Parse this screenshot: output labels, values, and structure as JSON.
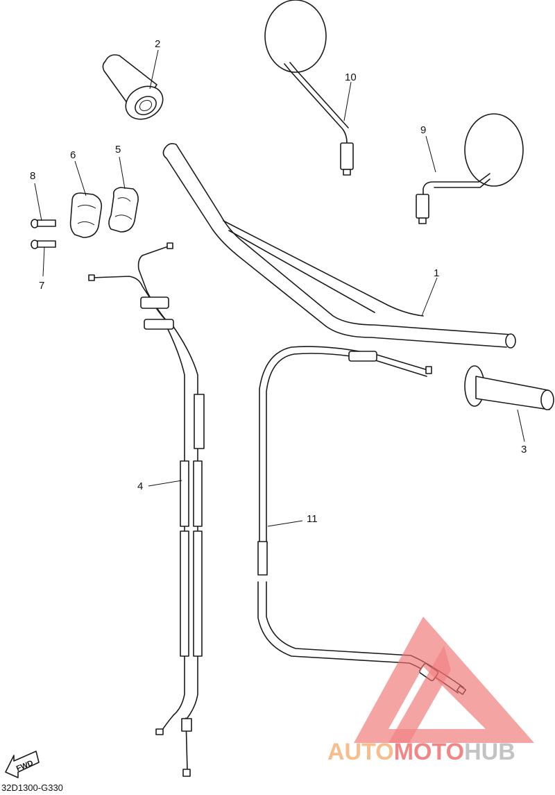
{
  "diagram": {
    "code": "32D1300-G330",
    "fwd_label": "FWD",
    "callouts": {
      "c1": "1",
      "c2": "2",
      "c3": "3",
      "c4": "4",
      "c5": "5",
      "c6": "6",
      "c7": "7",
      "c8": "8",
      "c9": "9",
      "c10": "10",
      "c11": "11"
    }
  },
  "watermark": {
    "part1": "AUTO",
    "part2": "MOTO",
    "part3": "HUB",
    "color_orange": "#f5b27a",
    "color_red": "#f07070",
    "color_gray": "#b9b9b9"
  }
}
